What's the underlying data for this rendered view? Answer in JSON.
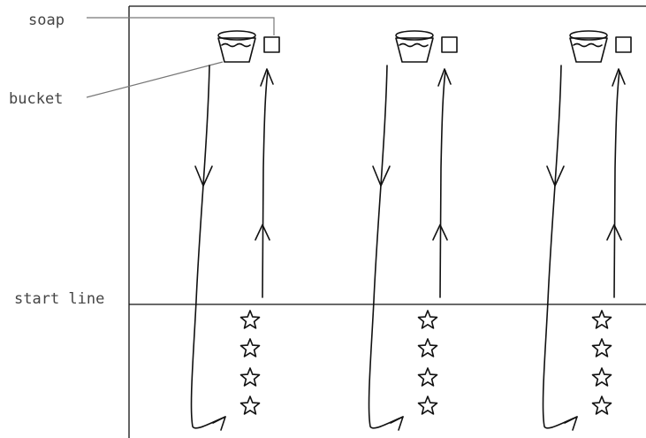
{
  "labels": {
    "soap": "soap",
    "bucket": "bucket",
    "start_line": "start line"
  },
  "lanes": [
    {
      "id": 1,
      "stars": 4
    },
    {
      "id": 2,
      "stars": 4
    },
    {
      "id": 3,
      "stars": 4
    }
  ],
  "colors": {
    "ink": "#111111",
    "label": "#444444",
    "leader": "#777777",
    "background": "#ffffff"
  },
  "icons": [
    "bucket-icon",
    "soap-icon",
    "star-icon",
    "arrow-icon"
  ]
}
